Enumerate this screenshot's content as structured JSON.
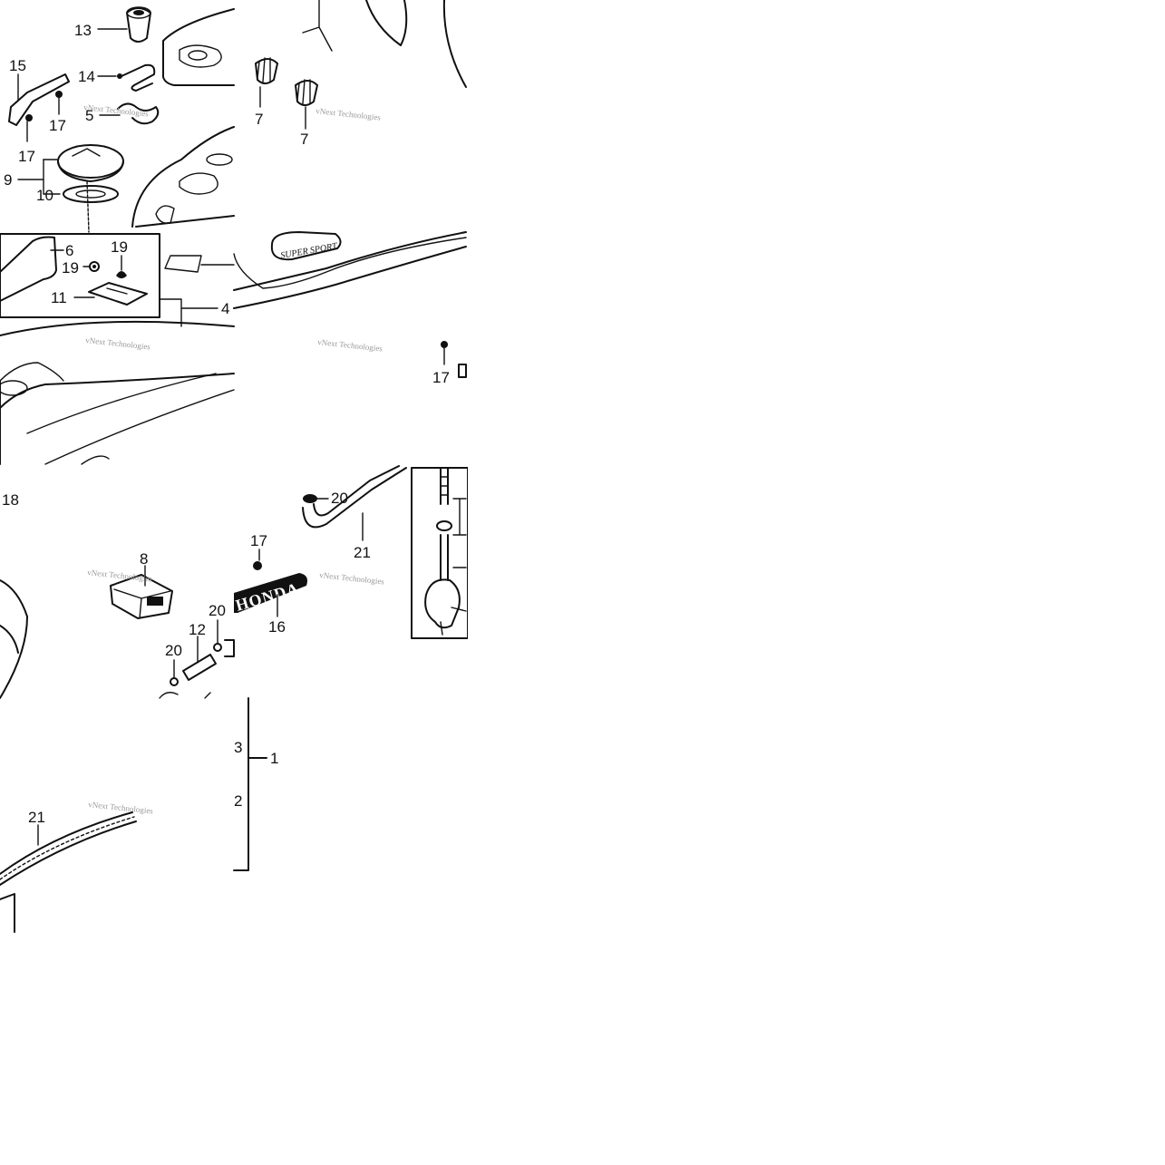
{
  "diagram": {
    "part_labels": {
      "p13": "13",
      "p15": "15",
      "p14": "14",
      "p5": "5",
      "p17a": "17",
      "p17b": "17",
      "p9": "9",
      "p10": "10",
      "p6": "6",
      "p19a": "19",
      "p19b": "19",
      "p11": "11",
      "p4": "4",
      "p7a": "7",
      "p7b": "7",
      "p17c": "17",
      "p18": "18",
      "p8": "8",
      "p12": "12",
      "p20a": "20",
      "p20b": "20",
      "p20c": "20",
      "p21a": "21",
      "p17d": "17",
      "p16": "16",
      "p3": "3",
      "p2": "2",
      "p1": "1",
      "p21b": "21"
    },
    "badge_text": "SUPER SPORT",
    "logo_text": "HONDA",
    "watermark": "vNext Technologies"
  }
}
